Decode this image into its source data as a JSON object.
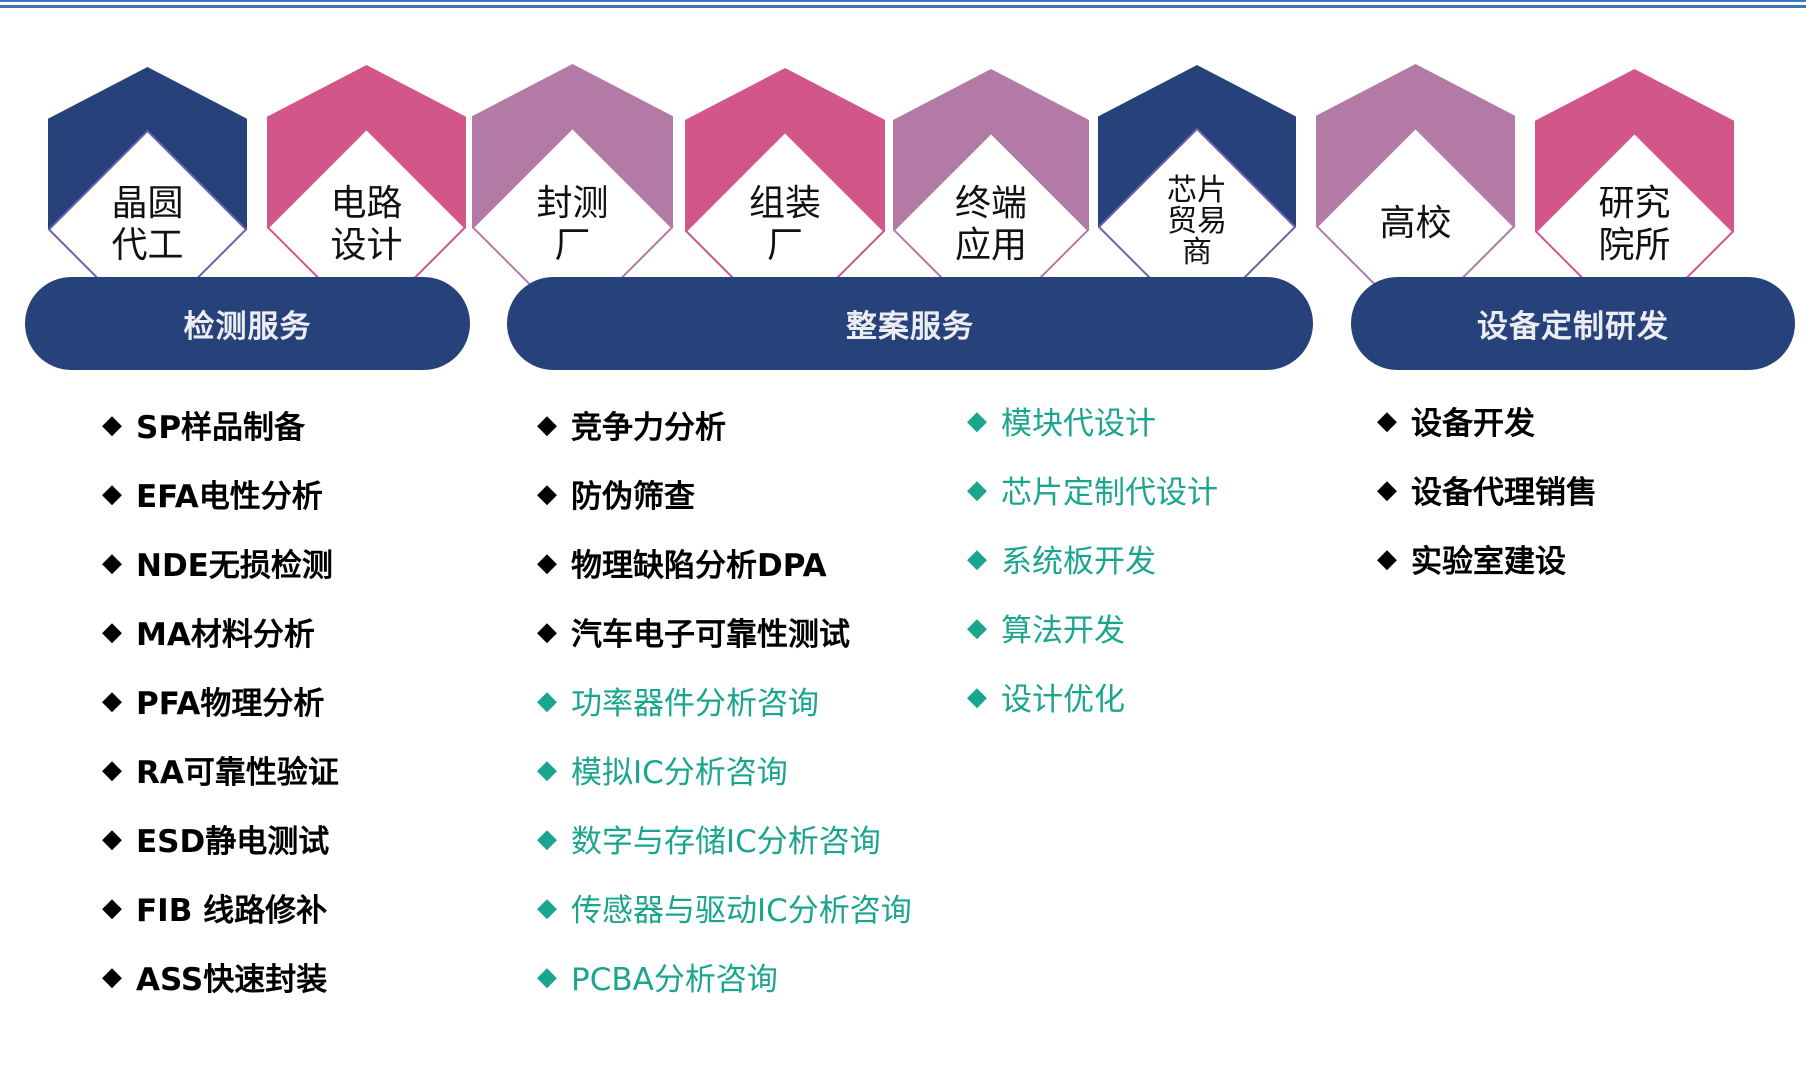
{
  "colors": {
    "navy": "#27427a",
    "pink": "#d3568a",
    "mauve": "#b27aa4",
    "teal": "#1aa58f",
    "topline": "#3b78b9"
  },
  "houses": [
    {
      "label": "晶圆\n代工",
      "color": "navy",
      "outline": "#6b63ad"
    },
    {
      "label": "电路\n设计",
      "color": "pink",
      "outline": "#d3568a"
    },
    {
      "label": "封测\n厂",
      "color": "mauve",
      "outline": "#b27aa4"
    },
    {
      "label": "组装\n厂",
      "color": "pink",
      "outline": "#d3568a"
    },
    {
      "label": "终端\n应用",
      "color": "mauve",
      "outline": "#b27aa4"
    },
    {
      "label": "芯片\n贸易\n商",
      "color": "navy",
      "outline": "#6b63ad"
    },
    {
      "label": "高校",
      "color": "mauve",
      "outline": "#b27aa4"
    },
    {
      "label": "研究\n院所",
      "color": "pink",
      "outline": "#d3568a"
    }
  ],
  "categories": [
    {
      "label": "检测服务"
    },
    {
      "label": "整案服务"
    },
    {
      "label": "设备定制研发"
    }
  ],
  "bullet_glyph": "◆",
  "lists": {
    "testing": [
      {
        "text": "SP样品制备",
        "style": "bold"
      },
      {
        "text": "EFA电性分析",
        "style": "bold"
      },
      {
        "text": "NDE无损检测",
        "style": "bold"
      },
      {
        "text": "MA材料分析",
        "style": "bold"
      },
      {
        "text": "PFA物理分析",
        "style": "bold"
      },
      {
        "text": "RA可靠性验证",
        "style": "bold"
      },
      {
        "text": "ESD静电测试",
        "style": "bold"
      },
      {
        "text": "FIB 线路修补",
        "style": "bold"
      },
      {
        "text": "ASS快速封装",
        "style": "bold"
      }
    ],
    "solution_a": [
      {
        "text": "竞争力分析",
        "style": "bold"
      },
      {
        "text": "防伪筛查",
        "style": "bold"
      },
      {
        "text": "物理缺陷分析DPA",
        "style": "bold"
      },
      {
        "text": "汽车电子可靠性测试",
        "style": "bold"
      },
      {
        "text": "功率器件分析咨询",
        "style": "teal"
      },
      {
        "text": "模拟IC分析咨询",
        "style": "teal"
      },
      {
        "text": "数字与存储IC分析咨询",
        "style": "teal"
      },
      {
        "text": "传感器与驱动IC分析咨询",
        "style": "teal"
      },
      {
        "text": "PCBA分析咨询",
        "style": "teal"
      }
    ],
    "solution_b": [
      {
        "text": "模块代设计",
        "style": "teal"
      },
      {
        "text": "芯片定制代设计",
        "style": "teal"
      },
      {
        "text": "系统板开发",
        "style": "teal"
      },
      {
        "text": "算法开发",
        "style": "teal"
      },
      {
        "text": "设计优化",
        "style": "teal"
      }
    ],
    "equipment": [
      {
        "text": "设备开发",
        "style": "bold"
      },
      {
        "text": "设备代理销售",
        "style": "bold"
      },
      {
        "text": "实验室建设",
        "style": "bold"
      }
    ]
  }
}
